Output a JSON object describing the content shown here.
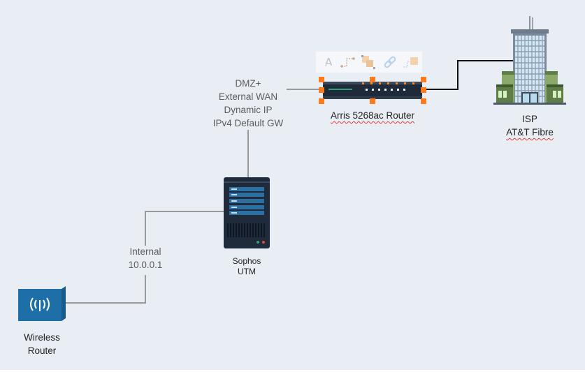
{
  "diagram": {
    "dmz_label": [
      "DMZ+",
      "External WAN",
      "Dynamic IP",
      "IPv4 Default GW"
    ],
    "router_label": "Arris 5268ac Router",
    "isp_label": [
      "ISP",
      "AT&T Fibre"
    ],
    "utm_label": [
      "Sophos",
      "UTM"
    ],
    "internal_label": [
      "Internal",
      "10.0.0.1"
    ],
    "wireless_label": [
      "Wireless",
      "Router"
    ]
  },
  "toolbar": {
    "text_tool_glyph": "A",
    "icons": [
      "text-tool-icon",
      "connector-tool-icon",
      "group-tool-icon",
      "link-tool-icon",
      "elbow-connector-tool-icon"
    ]
  },
  "colors": {
    "background": "#e8eef4",
    "connector": "#9a9a9a",
    "isp_link": "#111111",
    "selection_handle": "#ff7a1a",
    "device_dark": "#1f2b3a",
    "device_accent": "#2d6fa0",
    "wireless_blue": "#1e6ea8"
  }
}
